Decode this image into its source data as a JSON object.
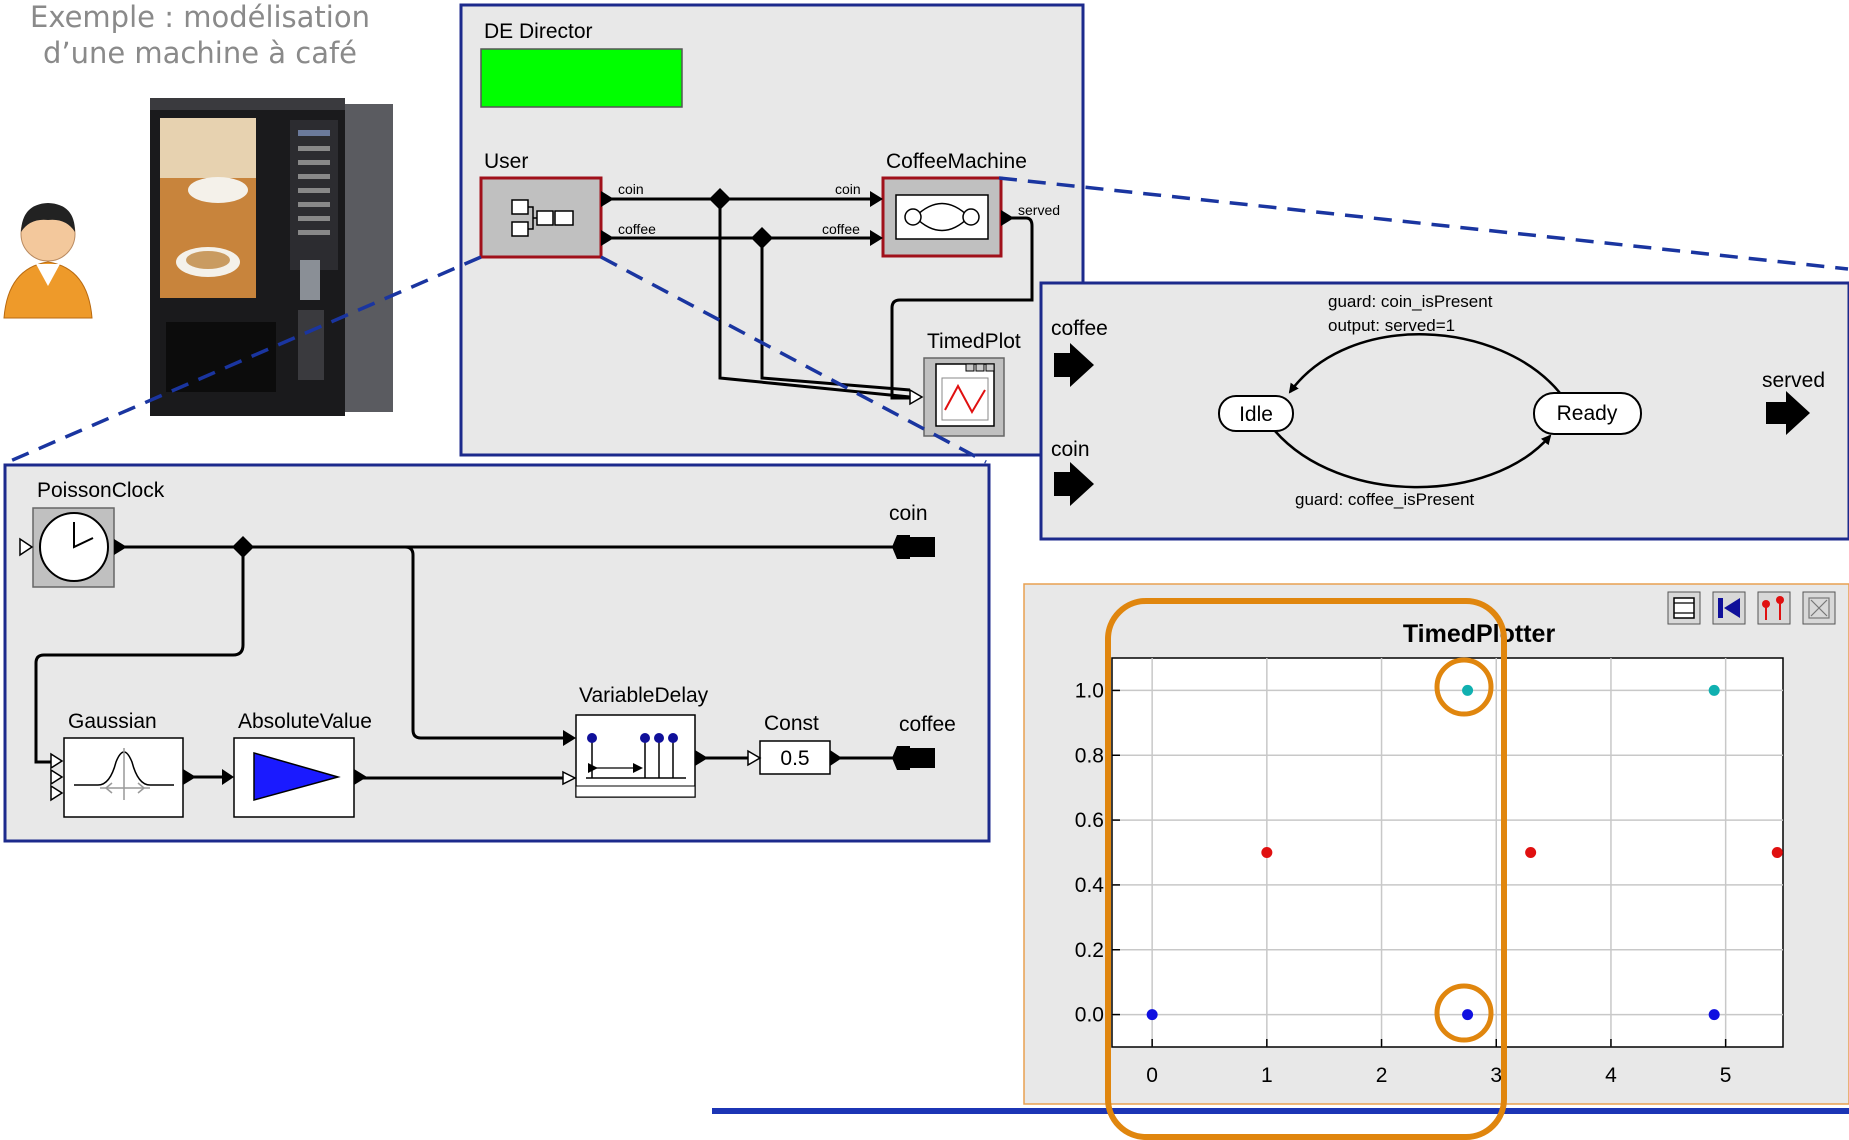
{
  "caption": {
    "line1": "Exemple : modélisation",
    "line2": "d’une machine à café"
  },
  "top_model": {
    "director": "DE Director",
    "user_label": "User",
    "coffee_machine_label": "CoffeeMachine",
    "timed_plot_label": "TimedPlot",
    "port_coin_out": "coin",
    "port_coffee_out": "coffee",
    "port_coin_in": "coin",
    "port_coffee_in": "coffee",
    "port_served": "served"
  },
  "user_model": {
    "poisson_clock": "PoissonClock",
    "gaussian": "Gaussian",
    "absolute_value": "AbsoluteValue",
    "variable_delay": "VariableDelay",
    "const_label": "Const",
    "const_value": "0.5",
    "out_coin": "coin",
    "out_coffee": "coffee"
  },
  "fsm_model": {
    "in_coffee": "coffee",
    "in_coin": "coin",
    "out_served": "served",
    "state_idle": "Idle",
    "state_ready": "Ready",
    "guard_top": "guard: coin_isPresent",
    "output_top": "output: served=1",
    "guard_bottom": "guard: coffee_isPresent"
  },
  "colors": {
    "panel_border": "#1c2a8c",
    "dashed_line": "#1a35a0",
    "highlight": "#e0860e",
    "director_green": "#00ff00",
    "series_coin": "#1010e0",
    "series_coffee": "#e01010",
    "series_served": "#10b0b0"
  },
  "chart_data": {
    "type": "scatter",
    "title": "TimedPlotter",
    "xlim": [
      -0.35,
      5.5
    ],
    "ylim": [
      -0.1,
      1.1
    ],
    "xticks": [
      "0",
      "1",
      "2",
      "3",
      "4",
      "5"
    ],
    "yticks": [
      "0.0",
      "0.2",
      "0.4",
      "0.6",
      "0.8",
      "1.0"
    ],
    "grid": true,
    "series": [
      {
        "color": "#1010e0",
        "points": [
          [
            0,
            0
          ],
          [
            2.75,
            0
          ],
          [
            4.9,
            0
          ]
        ]
      },
      {
        "color": "#e01010",
        "points": [
          [
            1,
            0.5
          ],
          [
            3.3,
            0.5
          ],
          [
            5.45,
            0.5
          ]
        ]
      },
      {
        "color": "#10b0b0",
        "points": [
          [
            2.75,
            1
          ],
          [
            4.9,
            1
          ]
        ]
      }
    ]
  }
}
